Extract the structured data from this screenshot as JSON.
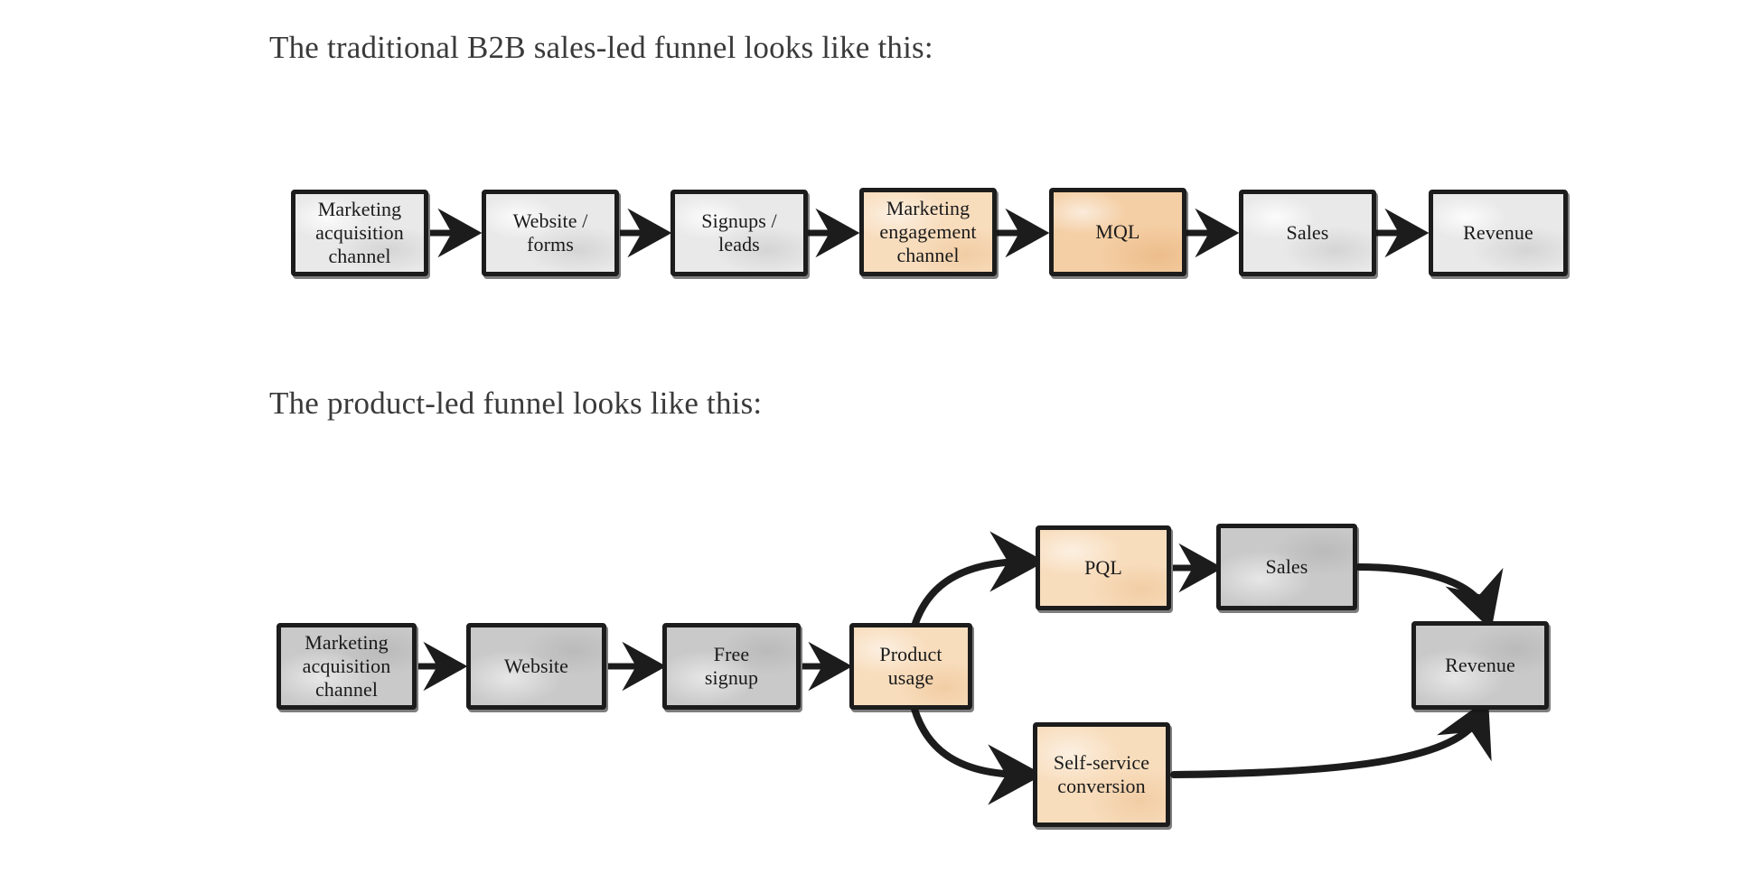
{
  "page": {
    "title": "B2B sales-led funnel vs product-led funnel",
    "background": "#ffffff",
    "ink_color": "#1c1c1c",
    "text_color": "#231f20"
  },
  "headings": {
    "traditional": "The traditional B2B sales-led funnel looks like this:",
    "product_led": "The product-led funnel looks like this:"
  },
  "colors": {
    "gray_light": "#e9e9e9",
    "gray_mid": "#c9c9c9",
    "orange": "#f8ddbd",
    "orange_deep": "#f4cea4",
    "stroke": "#1c1c1c",
    "heading": "#3a3a3a"
  },
  "diagram_traditional": {
    "name": "traditional-sales-led-funnel",
    "type": "linear-flow",
    "nodes": [
      {
        "id": "t1",
        "label": "Marketing\nacquisition\nchannel",
        "fill": "gray_light"
      },
      {
        "id": "t2",
        "label": "Website /\nforms",
        "fill": "gray_light"
      },
      {
        "id": "t3",
        "label": "Signups /\nleads",
        "fill": "gray_light"
      },
      {
        "id": "t4",
        "label": "Marketing\nengagement\nchannel",
        "fill": "orange"
      },
      {
        "id": "t5",
        "label": "MQL",
        "fill": "orange_deep"
      },
      {
        "id": "t6",
        "label": "Sales",
        "fill": "gray_light"
      },
      {
        "id": "t7",
        "label": "Revenue",
        "fill": "gray_light"
      }
    ],
    "edges": [
      {
        "from": "t1",
        "to": "t2",
        "style": "straight-arrow"
      },
      {
        "from": "t2",
        "to": "t3",
        "style": "straight-arrow"
      },
      {
        "from": "t3",
        "to": "t4",
        "style": "straight-arrow"
      },
      {
        "from": "t4",
        "to": "t5",
        "style": "straight-arrow"
      },
      {
        "from": "t5",
        "to": "t6",
        "style": "straight-arrow"
      },
      {
        "from": "t6",
        "to": "t7",
        "style": "straight-arrow"
      }
    ]
  },
  "diagram_product_led": {
    "name": "product-led-funnel",
    "type": "branching-flow",
    "nodes": [
      {
        "id": "p1",
        "label": "Marketing\nacquisition\nchannel",
        "fill": "gray_mid"
      },
      {
        "id": "p2",
        "label": "Website",
        "fill": "gray_mid"
      },
      {
        "id": "p3",
        "label": "Free\nsignup",
        "fill": "gray_mid"
      },
      {
        "id": "p4",
        "label": "Product\nusage",
        "fill": "orange"
      },
      {
        "id": "p5",
        "label": "PQL",
        "fill": "orange"
      },
      {
        "id": "p6",
        "label": "Sales",
        "fill": "gray_mid"
      },
      {
        "id": "p7",
        "label": "Self-service\nconversion",
        "fill": "orange"
      },
      {
        "id": "p8",
        "label": "Revenue",
        "fill": "gray_mid"
      }
    ],
    "edges": [
      {
        "from": "p1",
        "to": "p2",
        "style": "straight-arrow"
      },
      {
        "from": "p2",
        "to": "p3",
        "style": "straight-arrow"
      },
      {
        "from": "p3",
        "to": "p4",
        "style": "straight-arrow"
      },
      {
        "from": "p4",
        "to": "p5",
        "style": "curved-arrow-up"
      },
      {
        "from": "p5",
        "to": "p6",
        "style": "straight-arrow"
      },
      {
        "from": "p6",
        "to": "p8",
        "style": "curved-arrow-down"
      },
      {
        "from": "p4",
        "to": "p7",
        "style": "curved-arrow-down"
      },
      {
        "from": "p7",
        "to": "p8",
        "style": "curved-arrow-up"
      }
    ]
  }
}
